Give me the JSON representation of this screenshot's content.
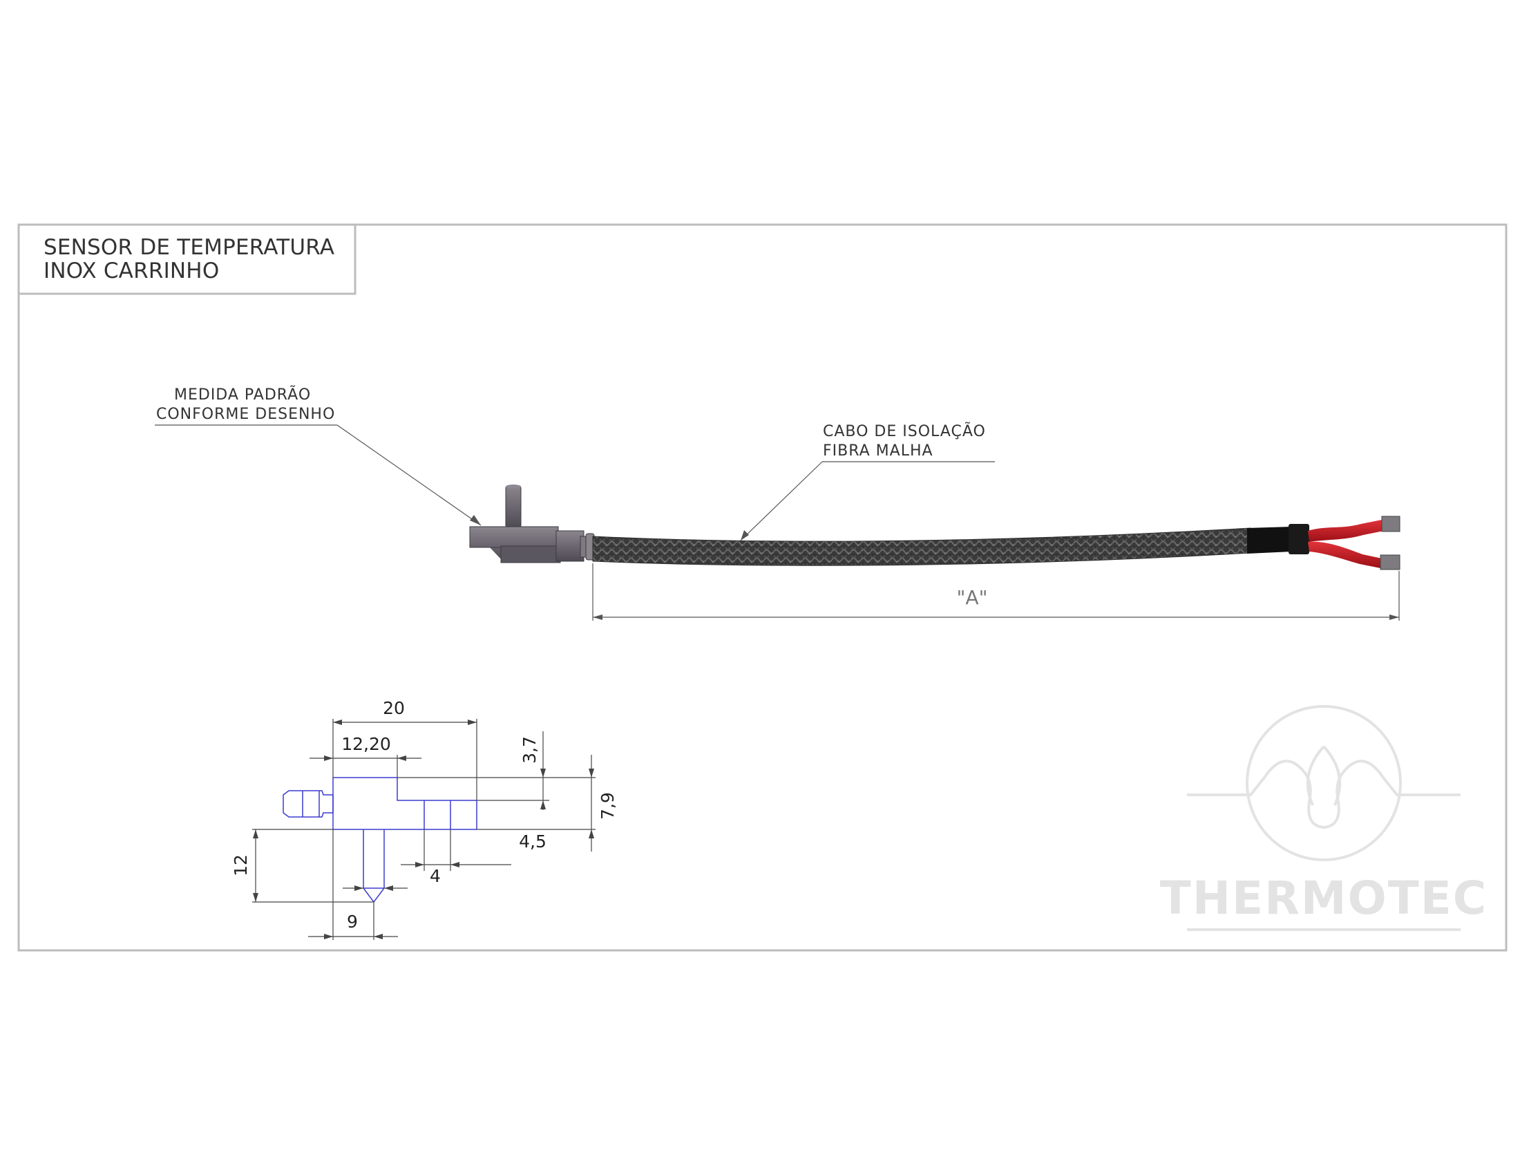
{
  "title": {
    "line1": "SENSOR DE TEMPERATURA",
    "line2": "INOX CARRINHO"
  },
  "callouts": {
    "sensor": {
      "line1": "MEDIDA PADRÃO",
      "line2": "CONFORME DESENHO"
    },
    "cable": {
      "line1": "CABO DE ISOLAÇÃO",
      "line2": "FIBRA MALHA"
    }
  },
  "cable_length_label": "\"A\"",
  "dimensions": {
    "overall_length": "20",
    "body_length": "12,20",
    "top_step": "3,7",
    "total_height": "7,9",
    "tip_offset": "4,5",
    "slot_width": "4",
    "probe_length": "12",
    "probe_position": "9"
  },
  "logo": {
    "brand": "THERMOTEC"
  },
  "colors": {
    "border": "#bdbdbd",
    "outline_drawing": "#3b3bd0",
    "cable_braid": "#3e3e3e",
    "wire_red": "#c0141c",
    "sensor_metal": "#6f6a72",
    "logo": "#e3e3e3"
  }
}
